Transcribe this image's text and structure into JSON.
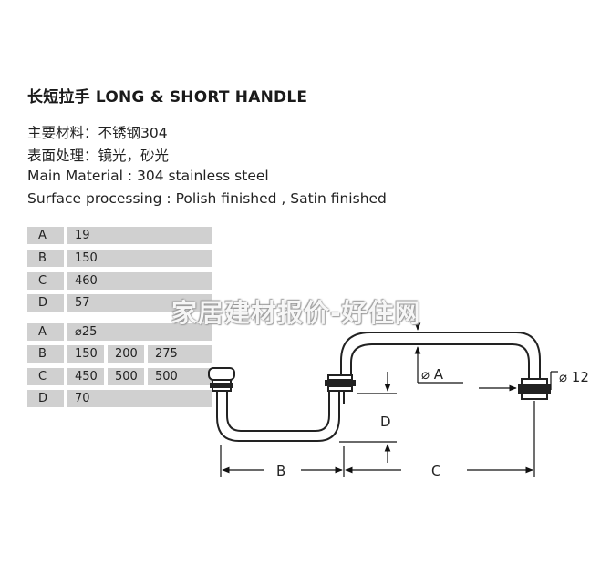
{
  "title": "长短拉手 LONG & SHORT HANDLE",
  "specs": {
    "material_cn": "主要材料：不锈钢304",
    "finish_cn": "表面处理：镜光，砂光",
    "material_en": "Main Material : 304 stainless steel",
    "finish_en": "Surface processing : Polish finished , Satin finished"
  },
  "table1": [
    {
      "key": "A",
      "value": "19"
    },
    {
      "key": "B",
      "value": "150"
    },
    {
      "key": "C",
      "value": "460"
    },
    {
      "key": "D",
      "value": "57"
    }
  ],
  "table2": [
    {
      "key": "A",
      "values": [
        "⌀25"
      ]
    },
    {
      "key": "B",
      "values": [
        "150",
        "200",
        "275"
      ]
    },
    {
      "key": "C",
      "values": [
        "450",
        "500",
        "500"
      ]
    },
    {
      "key": "D",
      "values": [
        "70"
      ]
    }
  ],
  "diagram": {
    "label_a": "⌀ A",
    "label_12": "⌀ 12",
    "label_b": "B",
    "label_c": "C",
    "label_d": "D"
  },
  "watermark": "家居建材报价-好住网",
  "colors": {
    "cell_bg": "#d0d0d0",
    "text": "#222222"
  }
}
